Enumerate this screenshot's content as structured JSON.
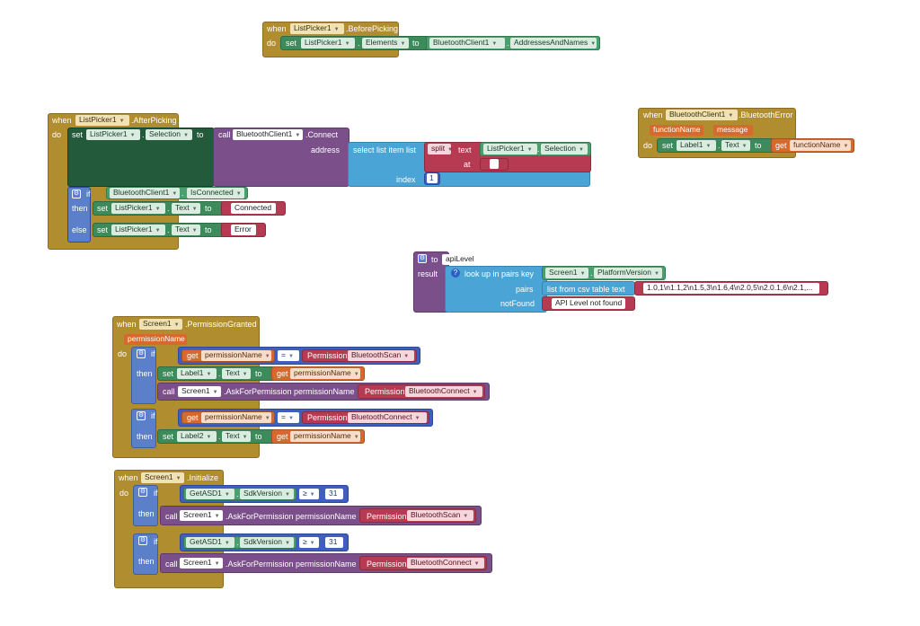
{
  "words": {
    "when": "when",
    "do": "do",
    "set": "set",
    "to": "to",
    "if": "if",
    "then": "then",
    "else": "else",
    "call": "call",
    "get": "get",
    "result": "result",
    "dot": ".",
    "eq": "=",
    "gte": "≥"
  },
  "b1": {
    "comp": "ListPicker1",
    "event": ".BeforePicking",
    "prop": "Elements",
    "src": "BluetoothClient1",
    "srcprop": "AddressesAndNames"
  },
  "b2": {
    "comp": "ListPicker1",
    "event": ".AfterPicking",
    "prop": "Selection",
    "callcomp": "BluetoothClient1",
    "method": ".Connect",
    "address": "address",
    "select": "select list item  list",
    "split": "split",
    "text": "text",
    "at": "at",
    "index": "index",
    "splitsrc": "ListPicker1",
    "splitprop": "Selection",
    "indexval": "1",
    "atval": " ",
    "ifcomp": "BluetoothClient1",
    "ifprop": "IsConnected",
    "textprop": "Text",
    "connected": "Connected",
    "error": "Error"
  },
  "b3": {
    "comp": "BluetoothClient1",
    "event": ".BluetoothError",
    "p1": "functionName",
    "p2": "message",
    "label": "Label1",
    "prop": "Text",
    "getvar": "functionName"
  },
  "b4": {
    "to": "to",
    "name": "apiLevel",
    "lookup": "look up in pairs  key",
    "keycomp": "Screen1",
    "keyprop": "PlatformVersion",
    "pairs": "pairs",
    "csv": "list from csv table  text",
    "csvtext": "1.0,1\\n1.1,2\\n1.5,3\\n1.6,4\\n2.0,5\\n2.0.1,6\\n2.1,...",
    "notfound": "notFound",
    "notfoundval": "API Level not found"
  },
  "b5": {
    "comp": "Screen1",
    "event": ".PermissionGranted",
    "param": "permissionName",
    "var": "permissionName",
    "perm": "Permission",
    "scan": "BluetoothScan",
    "connect": "BluetoothConnect",
    "label1": "Label1",
    "label2": "Label2",
    "prop": "Text",
    "ask": ".AskForPermission",
    "askparam": "permissionName"
  },
  "b6": {
    "comp": "Screen1",
    "event": ".Initialize",
    "asd": "GetASD1",
    "sdk": "SdkVersion",
    "num": "31",
    "ask": ".AskForPermission",
    "askparam": "permissionName",
    "perm": "Permission",
    "scan": "BluetoothScan",
    "connect": "BluetoothConnect"
  }
}
